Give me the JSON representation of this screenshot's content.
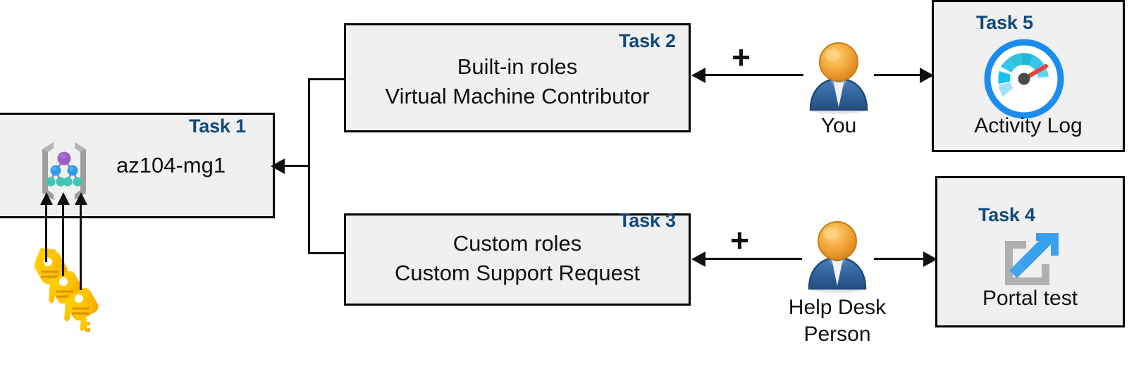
{
  "diagram": {
    "title": "Azure RBAC lab task flow",
    "colors": {
      "task_label": "#10497a",
      "box_fill": "#f0f0f0",
      "box_border": "#000000",
      "line": "#111111",
      "key_gold": "#ffc400",
      "key_amber": "#f9a825",
      "mg_root_node": "#9b5fc8",
      "mg_mid_node": "#2e9ce8",
      "mg_leaf_node": "#3cc8b4",
      "mg_bracket": "#9e9e9e",
      "person_head": "#f0a22e",
      "person_body": "#32649b",
      "gauge_ring": "#1b8cf0",
      "gauge_needle": "#e8413c",
      "portal_arrow": "#3399e6",
      "portal_frame": "#b0b0b0"
    }
  },
  "nodes": {
    "task1": {
      "tag": "Task 1",
      "label": "az104-mg1",
      "icon": "management-group-icon"
    },
    "task2": {
      "tag": "Task 2",
      "line1": "Built-in roles",
      "line2": "Virtual Machine Contributor"
    },
    "task3": {
      "tag": "Task 3",
      "line1": "Custom roles",
      "line2": "Custom Support Request"
    },
    "task4": {
      "tag": "Task 4",
      "label": "Portal test",
      "icon": "external-link-icon"
    },
    "task5": {
      "tag": "Task 5",
      "label": "Activity Log",
      "icon": "gauge-icon"
    },
    "you": {
      "label": "You",
      "icon": "person-icon"
    },
    "helpdesk": {
      "label_line1": "Help Desk",
      "label_line2": "Person",
      "icon": "person-icon"
    },
    "keys": {
      "icon": "keys-icon",
      "count": 3
    }
  },
  "connectors": {
    "plus_top": "+",
    "plus_bottom": "+",
    "edges": [
      {
        "from": "you",
        "to": "task2",
        "style": "arrow-left"
      },
      {
        "from": "you",
        "to": "task5",
        "style": "arrow-right"
      },
      {
        "from": "helpdesk",
        "to": "task3",
        "style": "arrow-left"
      },
      {
        "from": "helpdesk",
        "to": "task4",
        "style": "arrow-right"
      },
      {
        "from": "task2-and-task3",
        "to": "task1",
        "style": "bracket-arrow-left"
      },
      {
        "from": "keys",
        "to": "task1",
        "style": "three-arrows-up"
      }
    ]
  }
}
